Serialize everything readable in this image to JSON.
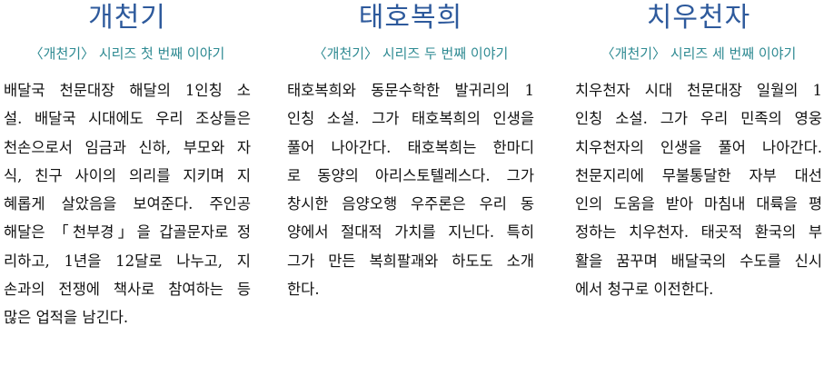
{
  "columns": [
    {
      "title": "개천기",
      "subtitle": "〈개천기〉 시리즈 첫 번째 이야기",
      "lines": [
        "배달국 천문대장 해달의 1인칭 소",
        "설. 배달국 시대에도 우리 조상들은",
        "천손으로서 임금과 신하, 부모와 자",
        "식, 친구 사이의 의리를 지키며 지",
        "혜롭게 살았음을 보여준다. 주인공",
        "해달은 「천부경」을 갑골문자로 정",
        "리하고, 1년을 12달로 나누고, 지",
        "손과의 전쟁에 책사로 참여하는 등",
        "많은 업적을 남긴다."
      ]
    },
    {
      "title": "태호복희",
      "subtitle": "〈개천기〉 시리즈 두 번째 이야기",
      "lines": [
        "태호복희와 동문수학한 발귀리의 1",
        "인칭 소설. 그가 태호복희의 인생을",
        "풀어 나아간다. 태호복희는 한마디",
        "로 동양의 아리스토텔레스다. 그가",
        "창시한 음양오행 우주론은 우리 동",
        "양에서 절대적 가치를 지닌다. 특히",
        "그가 만든 복희팔괘와 하도도 소개",
        "한다."
      ]
    },
    {
      "title": "치우천자",
      "subtitle": "〈개천기〉 시리즈 세 번째 이야기",
      "lines": [
        "치우천자 시대 천문대장 일월의 1",
        "인칭 소설. 그가 우리 민족의 영웅",
        "치우천자의 인생을 풀어 나아간다.",
        "천문지리에 무불통달한 자부 대선",
        "인의 도움을 받아 마침내 대륙을 평",
        "정하는 치우천자. 태곳적 환국의 부",
        "활을 꿈꾸며 배달국의 수도를 신시",
        "에서 청구로 이전한다."
      ]
    }
  ]
}
